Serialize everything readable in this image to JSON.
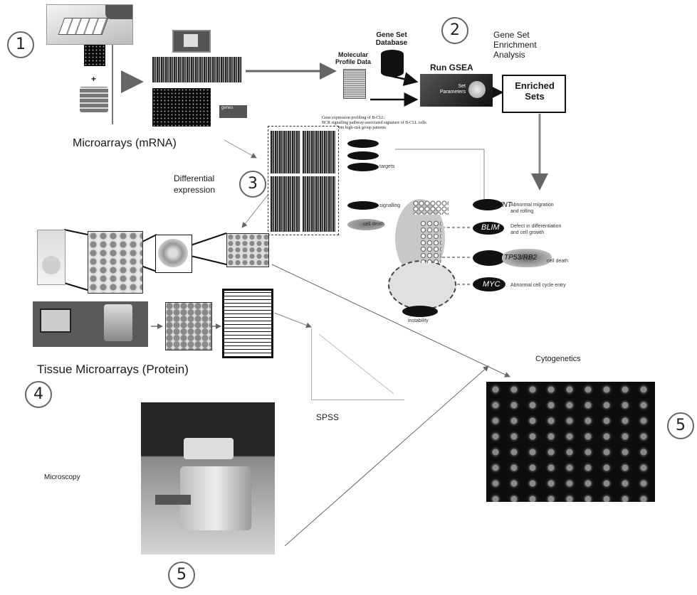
{
  "steps": {
    "s1": "1",
    "s2": "2",
    "s3": "3",
    "s4": "4",
    "s5a": "5",
    "s5b": "5"
  },
  "labels": {
    "microarrays_mrna": "Microarrays (mRNA)",
    "gene_set_database": "Gene Set Database",
    "molecular_profile_data": "Molecular Profile Data",
    "run_gsea": "Run GSEA",
    "set_parameters": "Set Parameters",
    "enriched_sets": "Enriched Sets",
    "gsea_title_line1": "Gene Set",
    "gsea_title_line2": "Enrichment",
    "gsea_title_line3": "Analysis",
    "differential_line1": "Differential",
    "differential_line2": "expression",
    "tissue_microarrays": "Tissue Microarrays (Protein)",
    "spss": "SPSS",
    "cytogenetics": "Cytogenetics",
    "microscopy": "Microscopy",
    "heatmap_caption_1": "Gene expression profiling of B-CLL:",
    "heatmap_caption_2": "BCR signalling pathway-associated signature of B-CLL cells",
    "heatmap_caption_3": "derived from high-risk group patients",
    "genes_label": "genes",
    "pathway": {
      "wnt": "WNT",
      "blim": "BLIM",
      "tp53": "TP53/RB2",
      "myc": "MYC",
      "abnormal_migration_1": "Abnormal migration",
      "abnormal_migration_2": "and rolling",
      "defect_diff_1": "Defect in differentiation",
      "defect_diff_2": "and cell growth",
      "cell_death": "cell death",
      "abnormal_cycle": "Abnormal cell cycle entry",
      "instability": "instability",
      "signalling": "signalling",
      "targets": "targets",
      "cell_death_left": "cell death"
    }
  },
  "colors": {
    "arrow": "#666666",
    "circle_border": "#666666",
    "gsea_arrow": "#111111"
  }
}
